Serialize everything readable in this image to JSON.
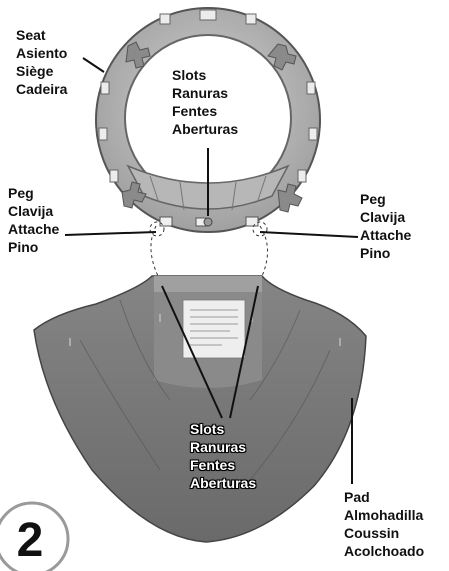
{
  "step_number": "2",
  "labels": {
    "seat": [
      "Seat",
      "Asiento",
      "Siège",
      "Cadeira"
    ],
    "slots_top": [
      "Slots",
      "Ranuras",
      "Fentes",
      "Aberturas"
    ],
    "peg_left": [
      "Peg",
      "Clavija",
      "Attache",
      "Pino"
    ],
    "peg_right": [
      "Peg",
      "Clavija",
      "Attache",
      "Pino"
    ],
    "slots_pad": [
      "Slots",
      "Ranuras",
      "Fentes",
      "Aberturas"
    ],
    "pad": [
      "Pad",
      "Almohadilla",
      "Coussin",
      "Acolchoado"
    ]
  },
  "colors": {
    "ring": "#a8a8a8",
    "ring_inner": "#c4c4c4",
    "pad": "#777777",
    "pad_dark": "#5e5e5e",
    "pad_trim": "#9a9a9a",
    "step_circle": "#9a9a9a"
  }
}
